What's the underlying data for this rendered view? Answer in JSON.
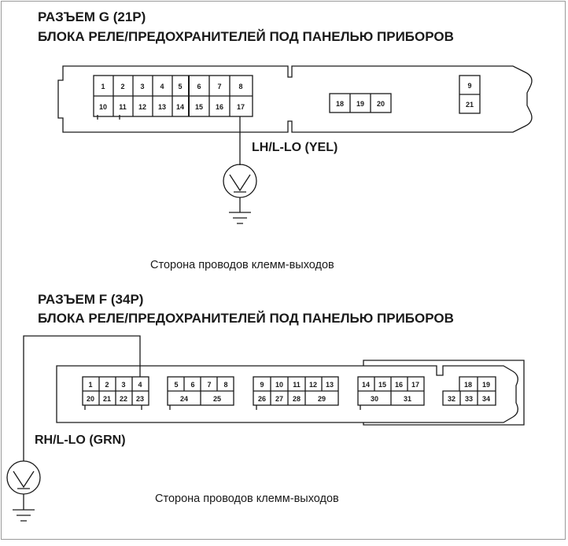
{
  "connector_g": {
    "title_line1": "РАЗЪЕМ G (21P)",
    "title_line2": "БЛОКА РЕЛЕ/ПРЕДОХРАНИТЕЛЕЙ ПОД ПАНЕЛЬЮ ПРИБОРОВ",
    "pins": {
      "top": [
        "1",
        "2",
        "3",
        "4",
        "5",
        "6",
        "7",
        "8"
      ],
      "bottom": [
        "10",
        "11",
        "12",
        "13",
        "14",
        "15",
        "16",
        "17"
      ],
      "mid": [
        "18",
        "19",
        "20"
      ],
      "right_top": "9",
      "right_bottom": "21"
    },
    "wire_label": "LH/L-LO (YEL)",
    "caption": "Сторона проводов клемм-выходов"
  },
  "connector_f": {
    "title_line1": "РАЗЪЕМ F (34P)",
    "title_line2": "БЛОКА РЕЛЕ/ПРЕДОХРАНИТЕЛЕЙ ПОД ПАНЕЛЬЮ ПРИБОРОВ",
    "pins": {
      "g1_top": [
        "1",
        "2",
        "3",
        "4"
      ],
      "g1_bottom": [
        "20",
        "21",
        "22",
        "23"
      ],
      "g2_top": [
        "5",
        "6",
        "7",
        "8"
      ],
      "g2_bottom": [
        "24",
        "25"
      ],
      "g3_top": [
        "9",
        "10",
        "11",
        "12",
        "13"
      ],
      "g3_bottom": [
        "26",
        "27",
        "28",
        "29"
      ],
      "g4_top": [
        "14",
        "15",
        "16",
        "17"
      ],
      "g4_bottom": [
        "30",
        "31"
      ],
      "g5_top": [
        "18",
        "19"
      ],
      "g5_bottom": [
        "32",
        "33",
        "34"
      ]
    },
    "wire_label": "RH/L-LO (GRN)",
    "caption": "Сторона проводов клемм-выходов"
  }
}
